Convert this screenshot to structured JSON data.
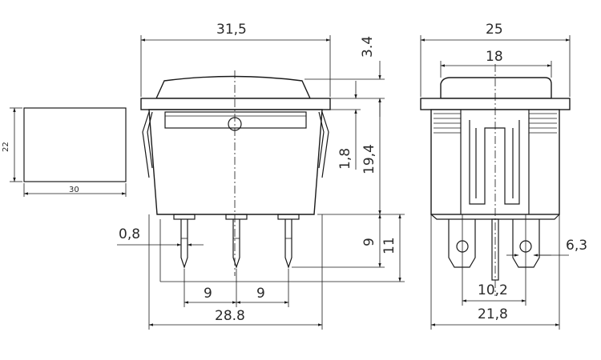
{
  "dimensions": {
    "overall_width": "31,5",
    "rocker_height": "3.4",
    "body_height": "19,4",
    "flange_thickness": "1,8",
    "pin_width": "0,8",
    "pin_pitch_left": "9",
    "pin_pitch_right": "9",
    "pin_span": "28.8",
    "pin_length": "9",
    "pin_total": "11",
    "side_width": "25",
    "rocker_width": "18",
    "terminal_spacing": "10,2",
    "body_depth": "21,8",
    "terminal_width": "6,3",
    "cutout_height": "22",
    "cutout_width": "30"
  }
}
